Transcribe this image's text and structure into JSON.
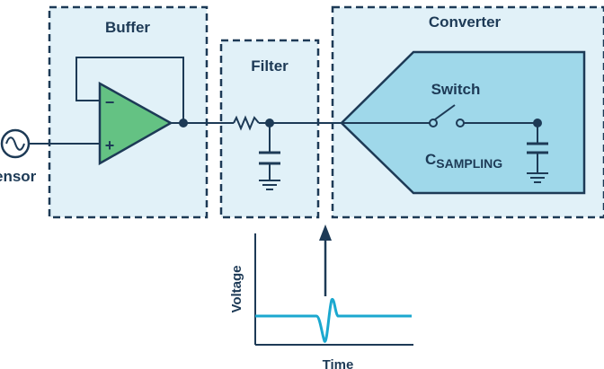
{
  "diagram": {
    "blocks": {
      "buffer": "Buffer",
      "filter": "Filter",
      "converter": "Converter"
    },
    "opamp": {
      "minus_sign": "−",
      "plus_sign": "+"
    },
    "source_label": "ensor",
    "switch_label": "Switch",
    "capacitor_label": {
      "main": "C",
      "subscript": "SAMPLING"
    },
    "inset_plot": {
      "y_axis_label": "Voltage",
      "x_axis_label": "Time"
    },
    "colors": {
      "block_fill": "#e1f1f8",
      "block_border": "#1d3a56",
      "opamp_fill": "#64c283",
      "converter_fill": "#9fd8ea",
      "wire": "#1d3a56",
      "waveform": "#1ba8cf"
    }
  }
}
